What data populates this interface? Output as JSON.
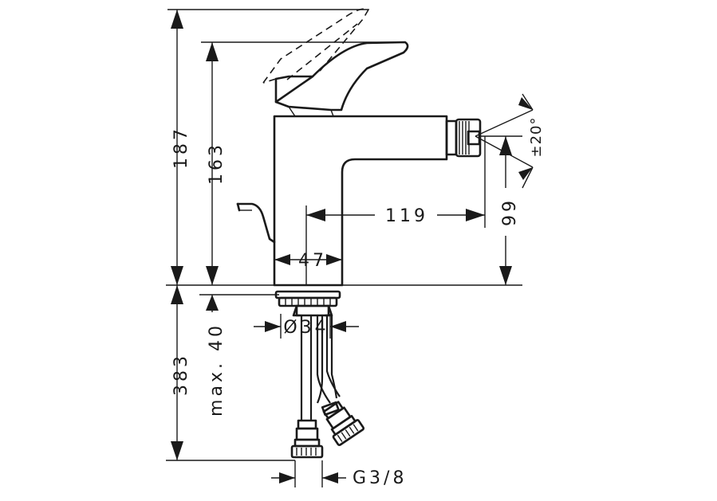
{
  "dimensions": {
    "total_height": "187",
    "body_height": "163",
    "spout_reach": "119",
    "outlet_height": "99",
    "body_diameter": "47",
    "mount_hole": "Ø34",
    "max_thickness": "max. 40",
    "hose_length": "383",
    "connection": "G3/8",
    "angle": "±20°"
  }
}
